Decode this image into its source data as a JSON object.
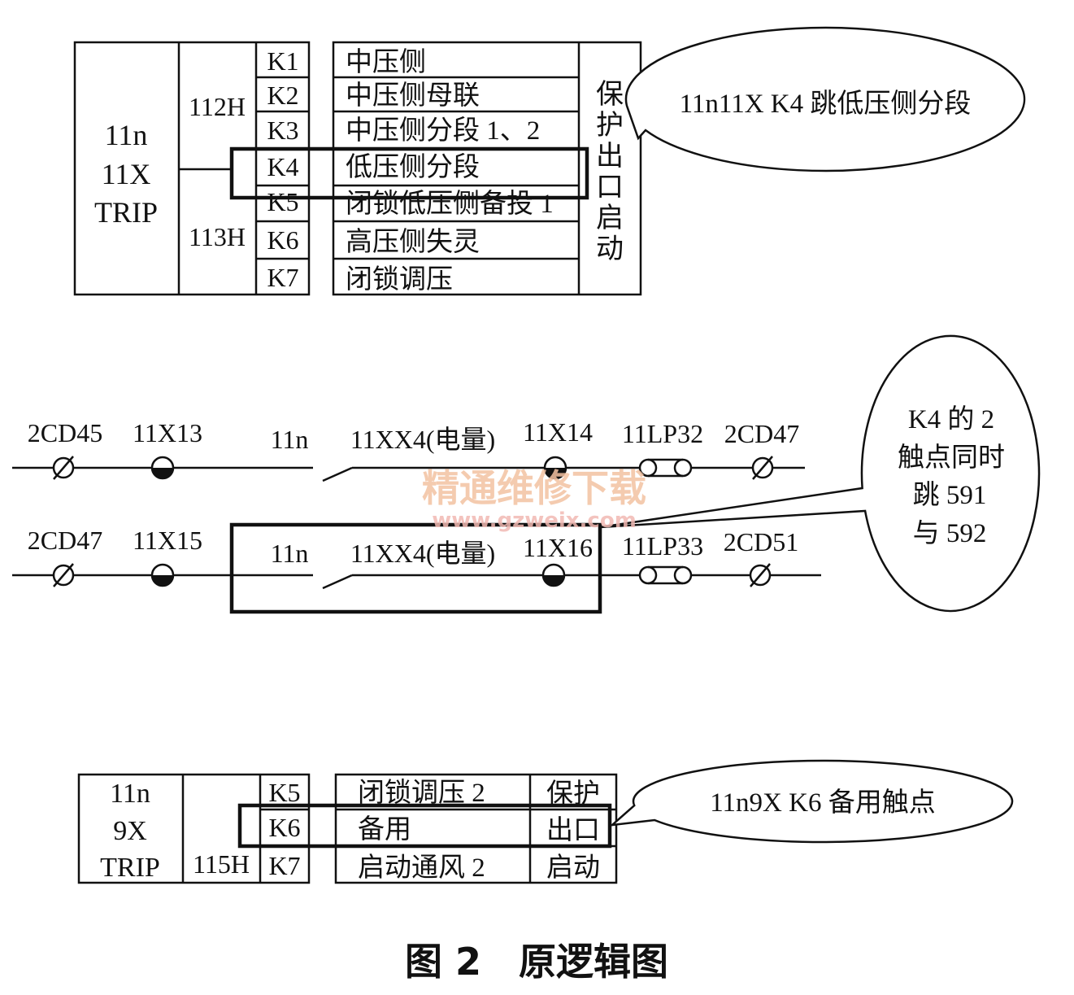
{
  "top_block": {
    "trip_unit": [
      "11n",
      "11X",
      "TRIP"
    ],
    "wire_codes": [
      "112H",
      "113H"
    ],
    "contacts": [
      "K1",
      "K2",
      "K3",
      "K4",
      "K5",
      "K6",
      "K7"
    ],
    "functions": [
      "中压侧",
      "中压侧母联",
      "中压侧分段 1、2",
      "低压侧分段",
      "闭锁低压侧备投 1",
      "高压侧失灵",
      "闭锁调压"
    ],
    "exit_label": "保护出口启动",
    "callout": "11n11X K4 跳低压侧分段"
  },
  "circuit": {
    "rows": [
      {
        "terminal_in": "2CD45",
        "terminal_a": "11X13",
        "device": "11n",
        "contact": "11XX4(电量)",
        "terminal_b": "11X14",
        "link": "11LP32",
        "terminal_out": "2CD47"
      },
      {
        "terminal_in": "2CD47",
        "terminal_a": "11X15",
        "device": "11n",
        "contact": "11XX4(电量)",
        "terminal_b": "11X16",
        "link": "11LP33",
        "terminal_out": "2CD51"
      }
    ],
    "callout": [
      "K4 的 2",
      "触点同时",
      "跳 591",
      "与 592"
    ]
  },
  "bottom_block": {
    "trip_unit": [
      "11n",
      "9X",
      "TRIP"
    ],
    "wire_code": "115H",
    "contacts": [
      "K5",
      "K6",
      "K7"
    ],
    "functions": [
      "闭锁调压 2",
      "备用",
      "启动通风 2"
    ],
    "exit_labels": [
      "保护",
      "出口",
      "启动"
    ],
    "callout": "11n9X K6 备用触点"
  },
  "watermark": {
    "name": "精通维修下载",
    "url": "www.gzweix.com"
  },
  "caption": "图 2　原逻辑图"
}
